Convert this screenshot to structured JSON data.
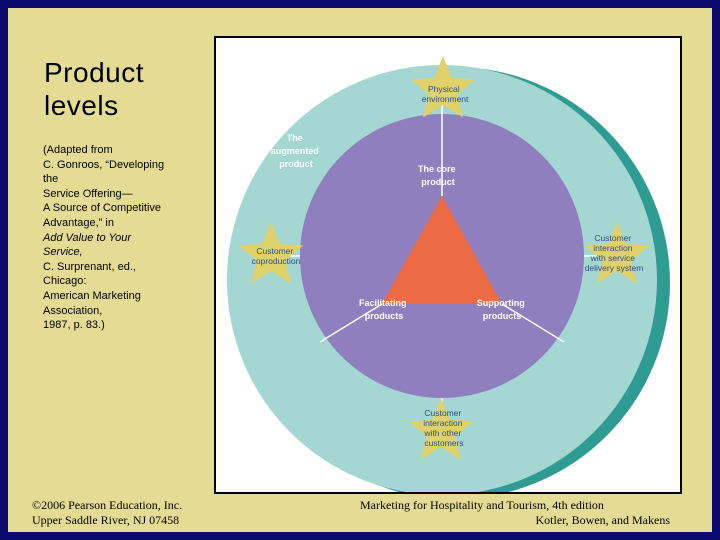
{
  "slide": {
    "title_lines": [
      "Product",
      "levels"
    ],
    "source_lines": [
      {
        "text": "(Adapted from",
        "italic": false
      },
      {
        "text": "C. Gonroos, “Developing",
        "italic": false
      },
      {
        "text": "the",
        "italic": false
      },
      {
        "text": "Service Offering—",
        "italic": false
      },
      {
        "text": "A Source of Competitive",
        "italic": false
      },
      {
        "text": "Advantage,” in",
        "italic": false
      },
      {
        "text": "Add Value to Your",
        "italic": true
      },
      {
        "text": "Service,",
        "italic": true
      },
      {
        "text": "C. Surprenant, ed.,",
        "italic": false
      },
      {
        "text": "Chicago:",
        "italic": false
      },
      {
        "text": "American Marketing",
        "italic": false
      },
      {
        "text": "Association,",
        "italic": false
      },
      {
        "text": "1987, p. 83.)",
        "italic": false
      }
    ],
    "footer_left": [
      "©2006 Pearson Education, Inc.",
      "Upper Saddle River, NJ 07458"
    ],
    "footer_right": [
      "Marketing for Hospitality and Tourism, 4th edition",
      "Kotler, Bowen, and Makens"
    ]
  },
  "diagram": {
    "outer_ring_label": [
      "The",
      "augmented",
      "product"
    ],
    "core_label": [
      "The core",
      "product"
    ],
    "facilitating_label": [
      "Facilitating",
      "products"
    ],
    "supporting_label": [
      "Supporting",
      "products"
    ],
    "stars": {
      "top": [
        "Physical",
        "environment"
      ],
      "left": [
        "Customer",
        "coproduction"
      ],
      "right": [
        "Customer",
        "interaction",
        "with service",
        "delivery system"
      ],
      "bottom": [
        "Customer",
        "interaction",
        "with other",
        "customers"
      ]
    },
    "colors": {
      "slide_border": "#0a0a6e",
      "slide_background": "#e4dc94",
      "outer_ring": "#a4d6d2",
      "outer_ring_shadow": "#2f9c94",
      "middle_circle": "#8f7fbe",
      "core_triangle": "#ec6a44",
      "star_fill": "#e0d26a",
      "label_text": "#ffffff",
      "star_text": "#2c4e86"
    }
  }
}
